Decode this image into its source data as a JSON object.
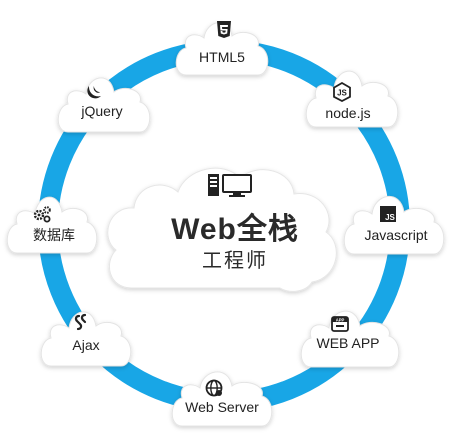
{
  "center": {
    "title": "Web全栈",
    "subtitle": "工程师",
    "icon": "server-monitor-icon"
  },
  "ring_color": "#18a6e6",
  "nodes": [
    {
      "id": "html5",
      "label": "HTML5",
      "icon": "html5-icon"
    },
    {
      "id": "nodejs",
      "label": "node.js",
      "icon": "nodejs-icon"
    },
    {
      "id": "javascript",
      "label": "Javascript",
      "icon": "js-icon"
    },
    {
      "id": "webapp",
      "label": "WEB APP",
      "icon": "app-icon"
    },
    {
      "id": "webserver",
      "label": "Web Server",
      "icon": "globe-icon"
    },
    {
      "id": "ajax",
      "label": "Ajax",
      "icon": "ajax-icon"
    },
    {
      "id": "database",
      "label": "数据库",
      "icon": "gears-icon"
    },
    {
      "id": "jquery",
      "label": "jQuery",
      "icon": "jquery-icon"
    }
  ]
}
